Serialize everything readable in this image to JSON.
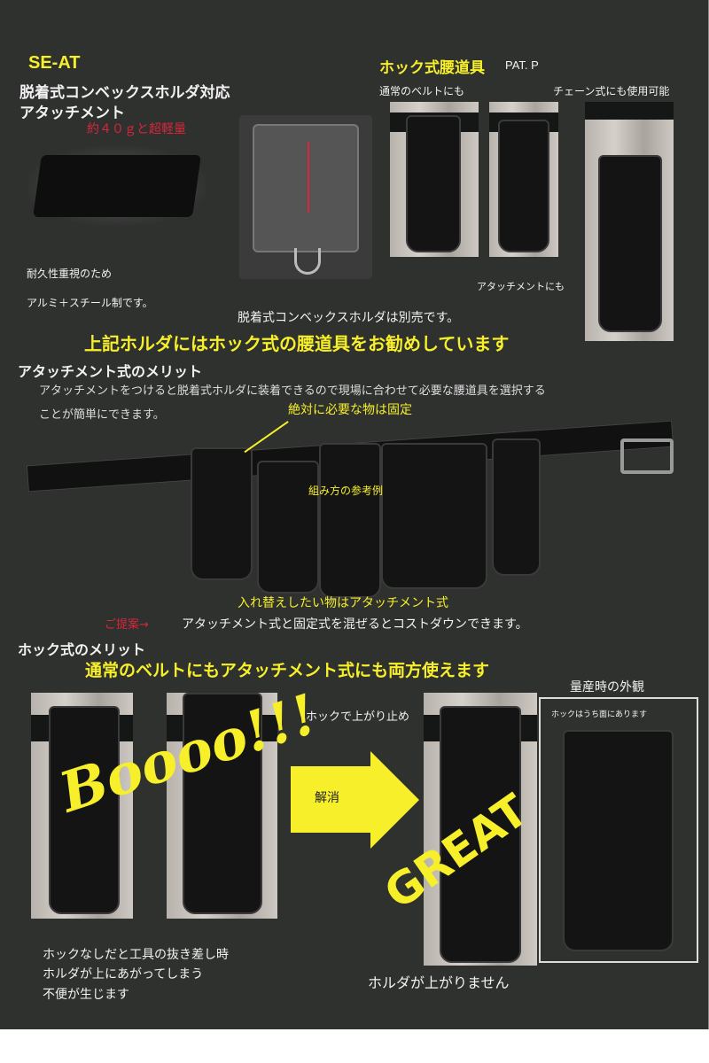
{
  "header": {
    "model": "SE-AT",
    "title_line1": "脱着式コンベックスホルダ対応",
    "title_line2": "アタッチメント",
    "weight_note": "約４０ｇと超軽量",
    "material_note_1": "耐久性重視のため",
    "material_note_2": "アルミ＋スチール制です。",
    "holder_sold_separately": "脱着式コンベックスホルダは別売です。"
  },
  "hook_tools": {
    "title": "ホック式腰道具",
    "pat": "PAT. P",
    "caption_normal_belt": "通常のベルトにも",
    "caption_chain": "チェーン式にも使用可能",
    "caption_attachment": "アタッチメントにも"
  },
  "recommend": "上記ホルダにはホック式の腰道具をお勧めしています",
  "attachment_merit": {
    "title": "アタッチメント式のメリット",
    "body_line1": "アタッチメントをつけると脱着式ホルダに装着できるので現場に合わせて必要な腰道具を選択する",
    "body_line2": "ことが簡単にできます。",
    "label_fixed": "絶対に必要な物は固定",
    "label_example": "組み方の参考例",
    "label_swap": "入れ替えしたい物はアタッチメント式",
    "proposal_prefix": "ご提案→",
    "proposal_text": "アタッチメント式と固定式を混ぜるとコストダウンできます。"
  },
  "hook_merit": {
    "title": "ホック式のメリット",
    "headline": "通常のベルトにもアタッチメント式にも両方使えます",
    "mass_production_label": "量産時の外観",
    "hook_inside_note": "ホックはうち面にあります",
    "hook_stop_label": "ホックで上がり止め",
    "boo_text": "Boooo!!!",
    "arrow_label": "解消",
    "great_text": "GREAT",
    "problem_line1": "ホックなしだと工具の抜き差し時",
    "problem_line2": "ホルダが上にあがってしまう",
    "problem_line3": "不便が生じます",
    "solution": "ホルダが上がりません"
  },
  "colors": {
    "background": "#2f312f",
    "accent_yellow": "#f6ef2a",
    "accent_red": "#d8263a"
  }
}
